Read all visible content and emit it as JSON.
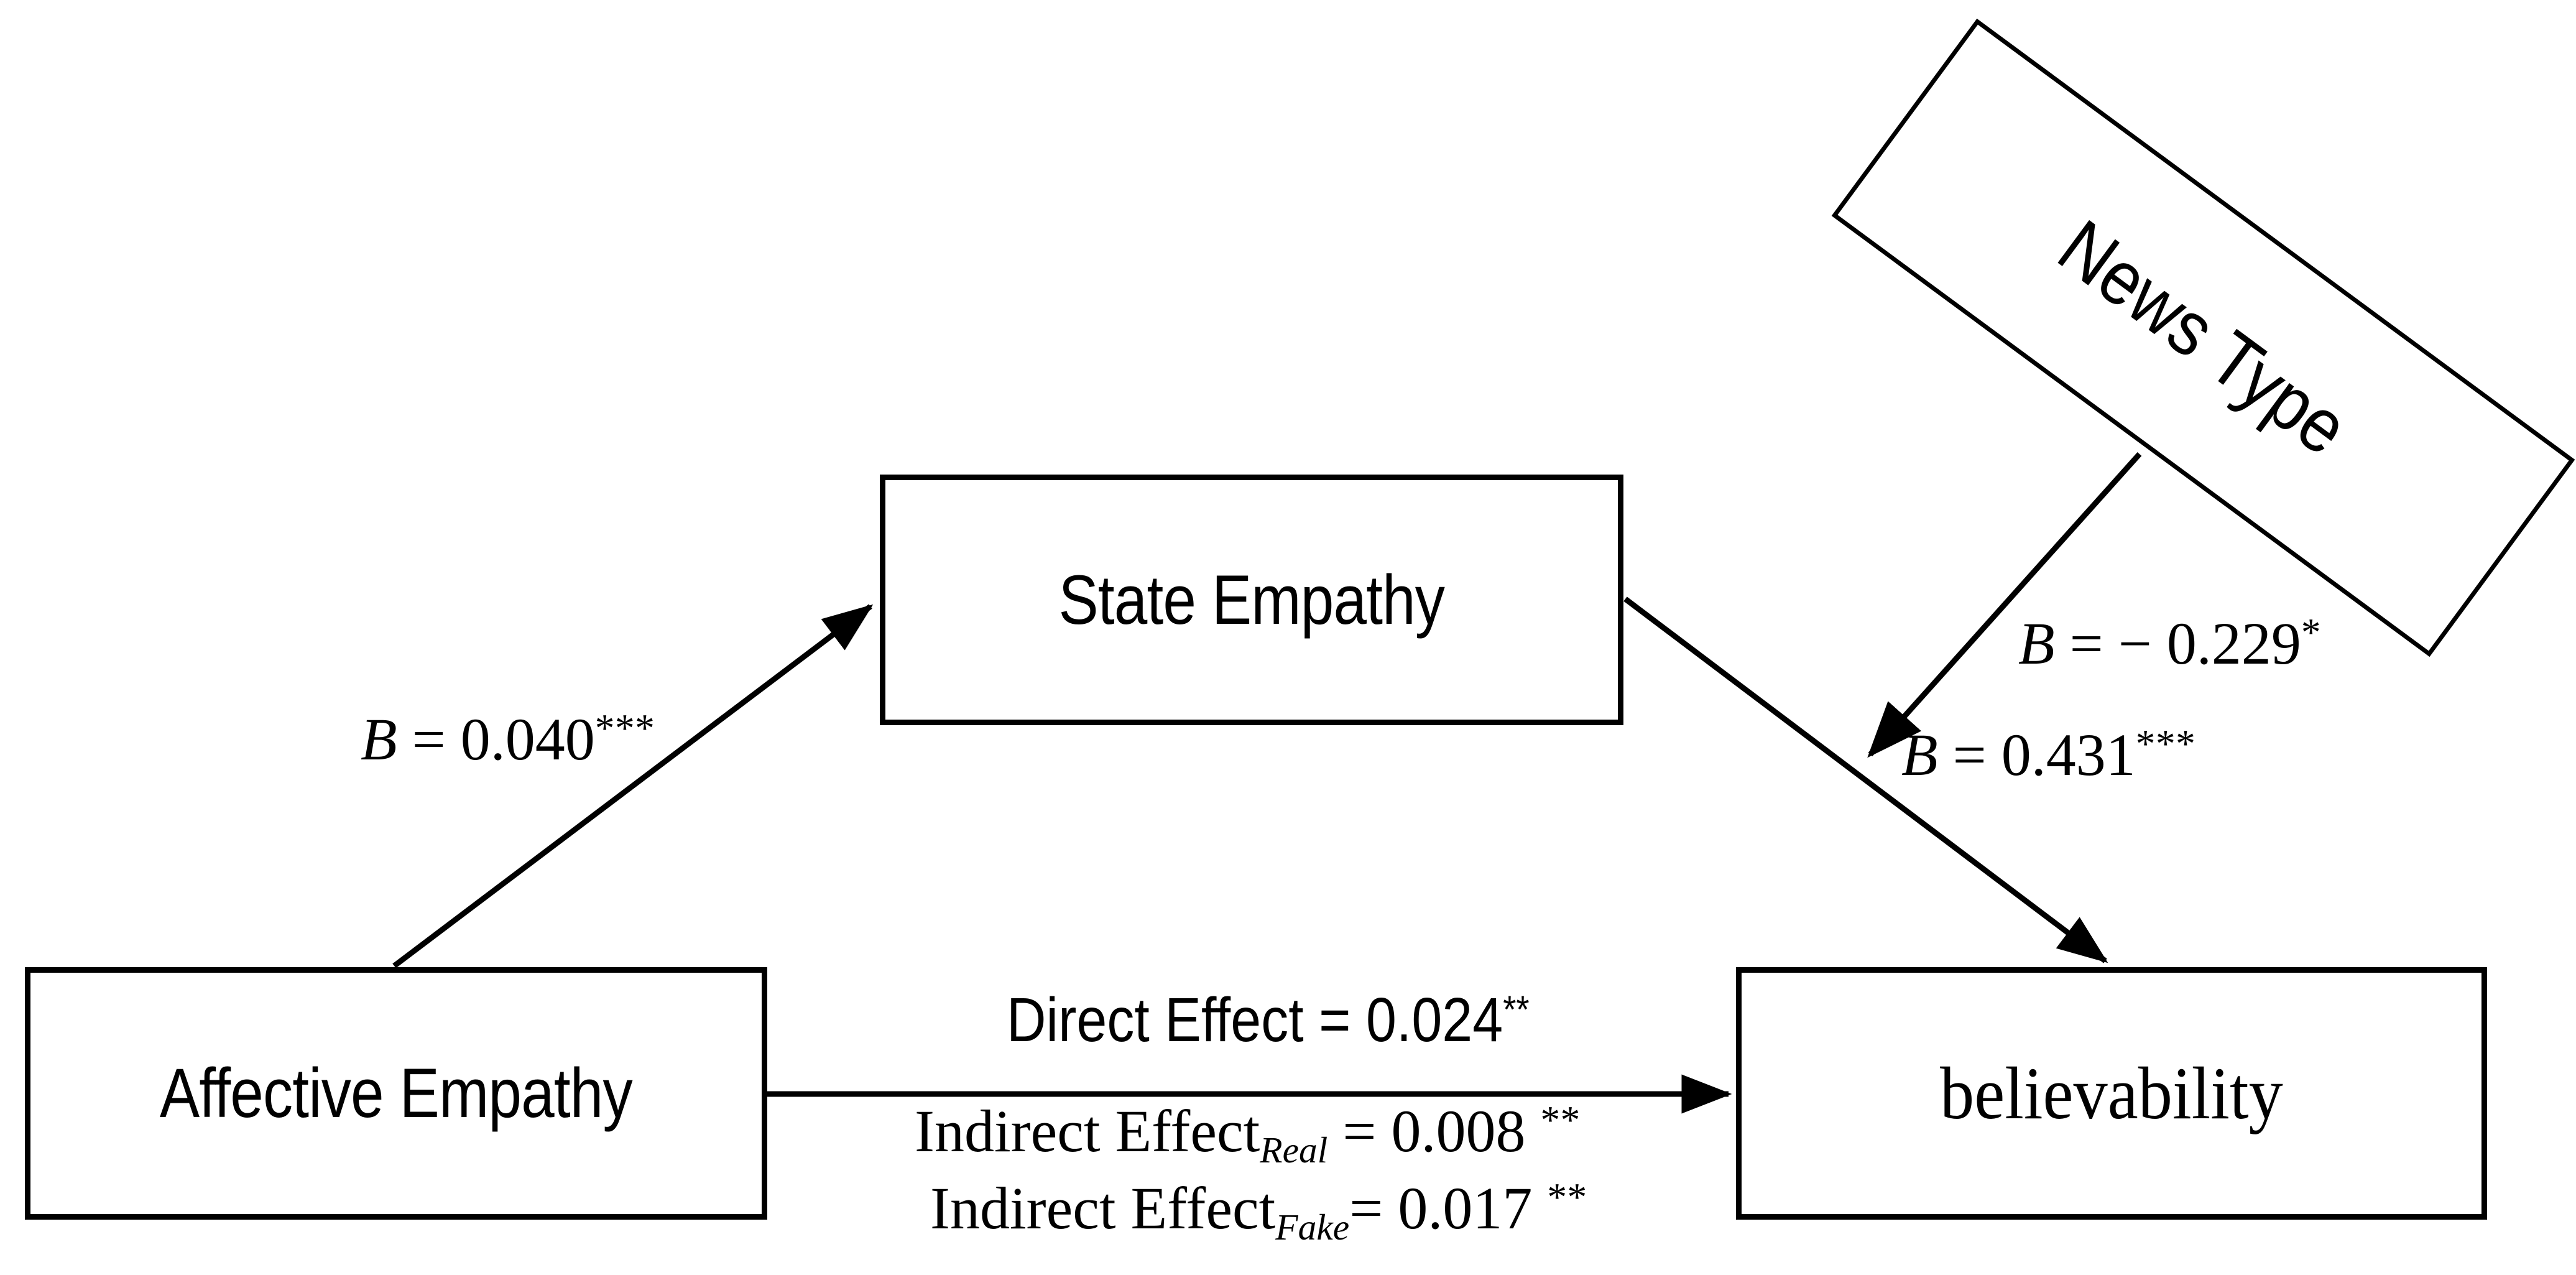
{
  "diagram": {
    "type": "moderated-mediation-path-model",
    "nodes": [
      {
        "id": "affective_empathy",
        "label": "Affective Empathy",
        "role": "predictor"
      },
      {
        "id": "state_empathy",
        "label": "State Empathy",
        "role": "mediator"
      },
      {
        "id": "believability",
        "label": "believability",
        "role": "outcome"
      },
      {
        "id": "news_type",
        "label": "News Type",
        "role": "moderator"
      }
    ],
    "paths": [
      {
        "id": "a_path",
        "from": "affective_empathy",
        "to": "state_empathy",
        "coefficient_symbol": "B",
        "operator": "=",
        "value": "0.040",
        "significance": "***",
        "text": "B = 0.040***"
      },
      {
        "id": "b_path",
        "from": "state_empathy",
        "to": "believability",
        "coefficient_symbol": "B",
        "operator": "=",
        "value": "0.431",
        "significance": "***",
        "text": "B = 0.431***"
      },
      {
        "id": "moderation_path",
        "from": "news_type",
        "to": "b_path",
        "coefficient_symbol": "B",
        "operator": "=",
        "sign": "−",
        "value": "0.229",
        "significance": "*",
        "text": "B = − 0.229*"
      },
      {
        "id": "direct_effect",
        "from": "affective_empathy",
        "to": "believability",
        "label_prefix": "Direct Effect",
        "operator": "=",
        "value": "0.024",
        "significance": "**",
        "text": "Direct Effect  = 0.024**"
      }
    ],
    "effects": [
      {
        "id": "indirect_effect_real",
        "label_prefix": "Indirect Effect",
        "subscript": "Real",
        "operator": "=",
        "value": "0.008",
        "significance": "**",
        "text": "Indirect Effect_Real = 0.008 **"
      },
      {
        "id": "indirect_effect_fake",
        "label_prefix": "Indirect Effect",
        "subscript": "Fake",
        "operator": "=",
        "value": "0.017",
        "significance": "**",
        "text": "Indirect Effect_Fake = 0.017 **"
      }
    ],
    "colors": {
      "stroke": "#000000",
      "fill": "#ffffff",
      "text": "#000000"
    }
  }
}
